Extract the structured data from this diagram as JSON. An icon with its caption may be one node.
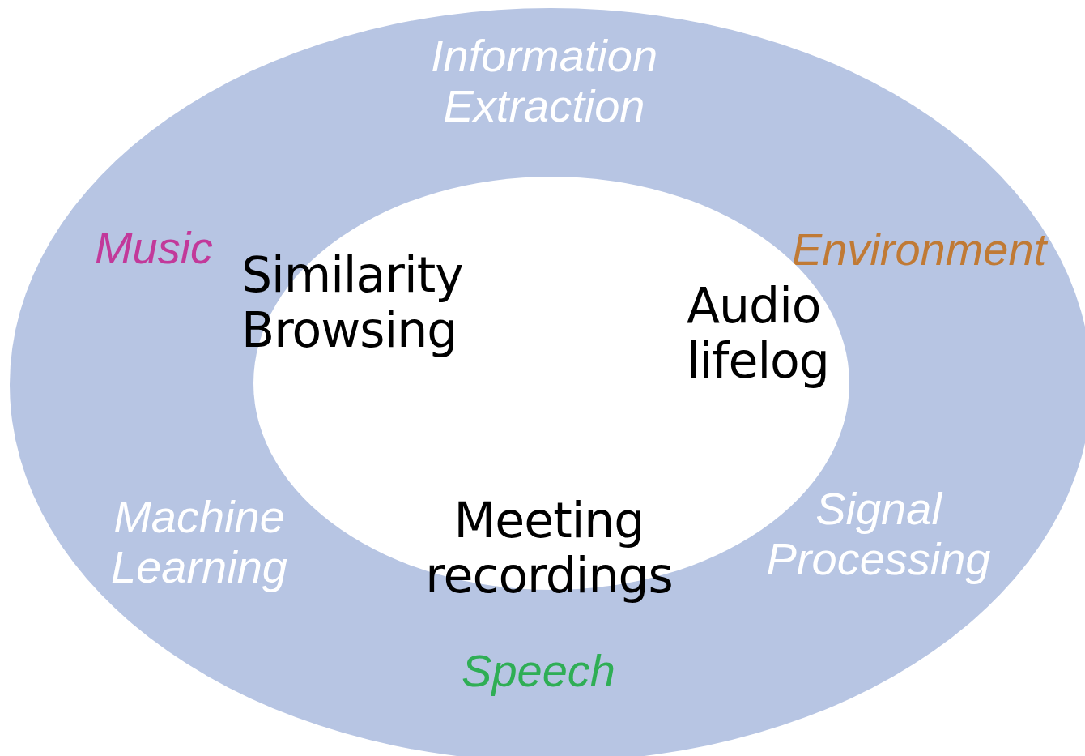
{
  "diagram": {
    "nodes": [
      {
        "text": [
          "Information Extraction",
          "Music",
          "Environment",
          "Machine Learning",
          "Signal Processing",
          "Speech"
        ]
      },
      {
        "text": [
          "Similarity Browsing",
          "Audio lifelog",
          "Meeting recordings"
        ],
        "in": 0
      }
    ]
  }
}
